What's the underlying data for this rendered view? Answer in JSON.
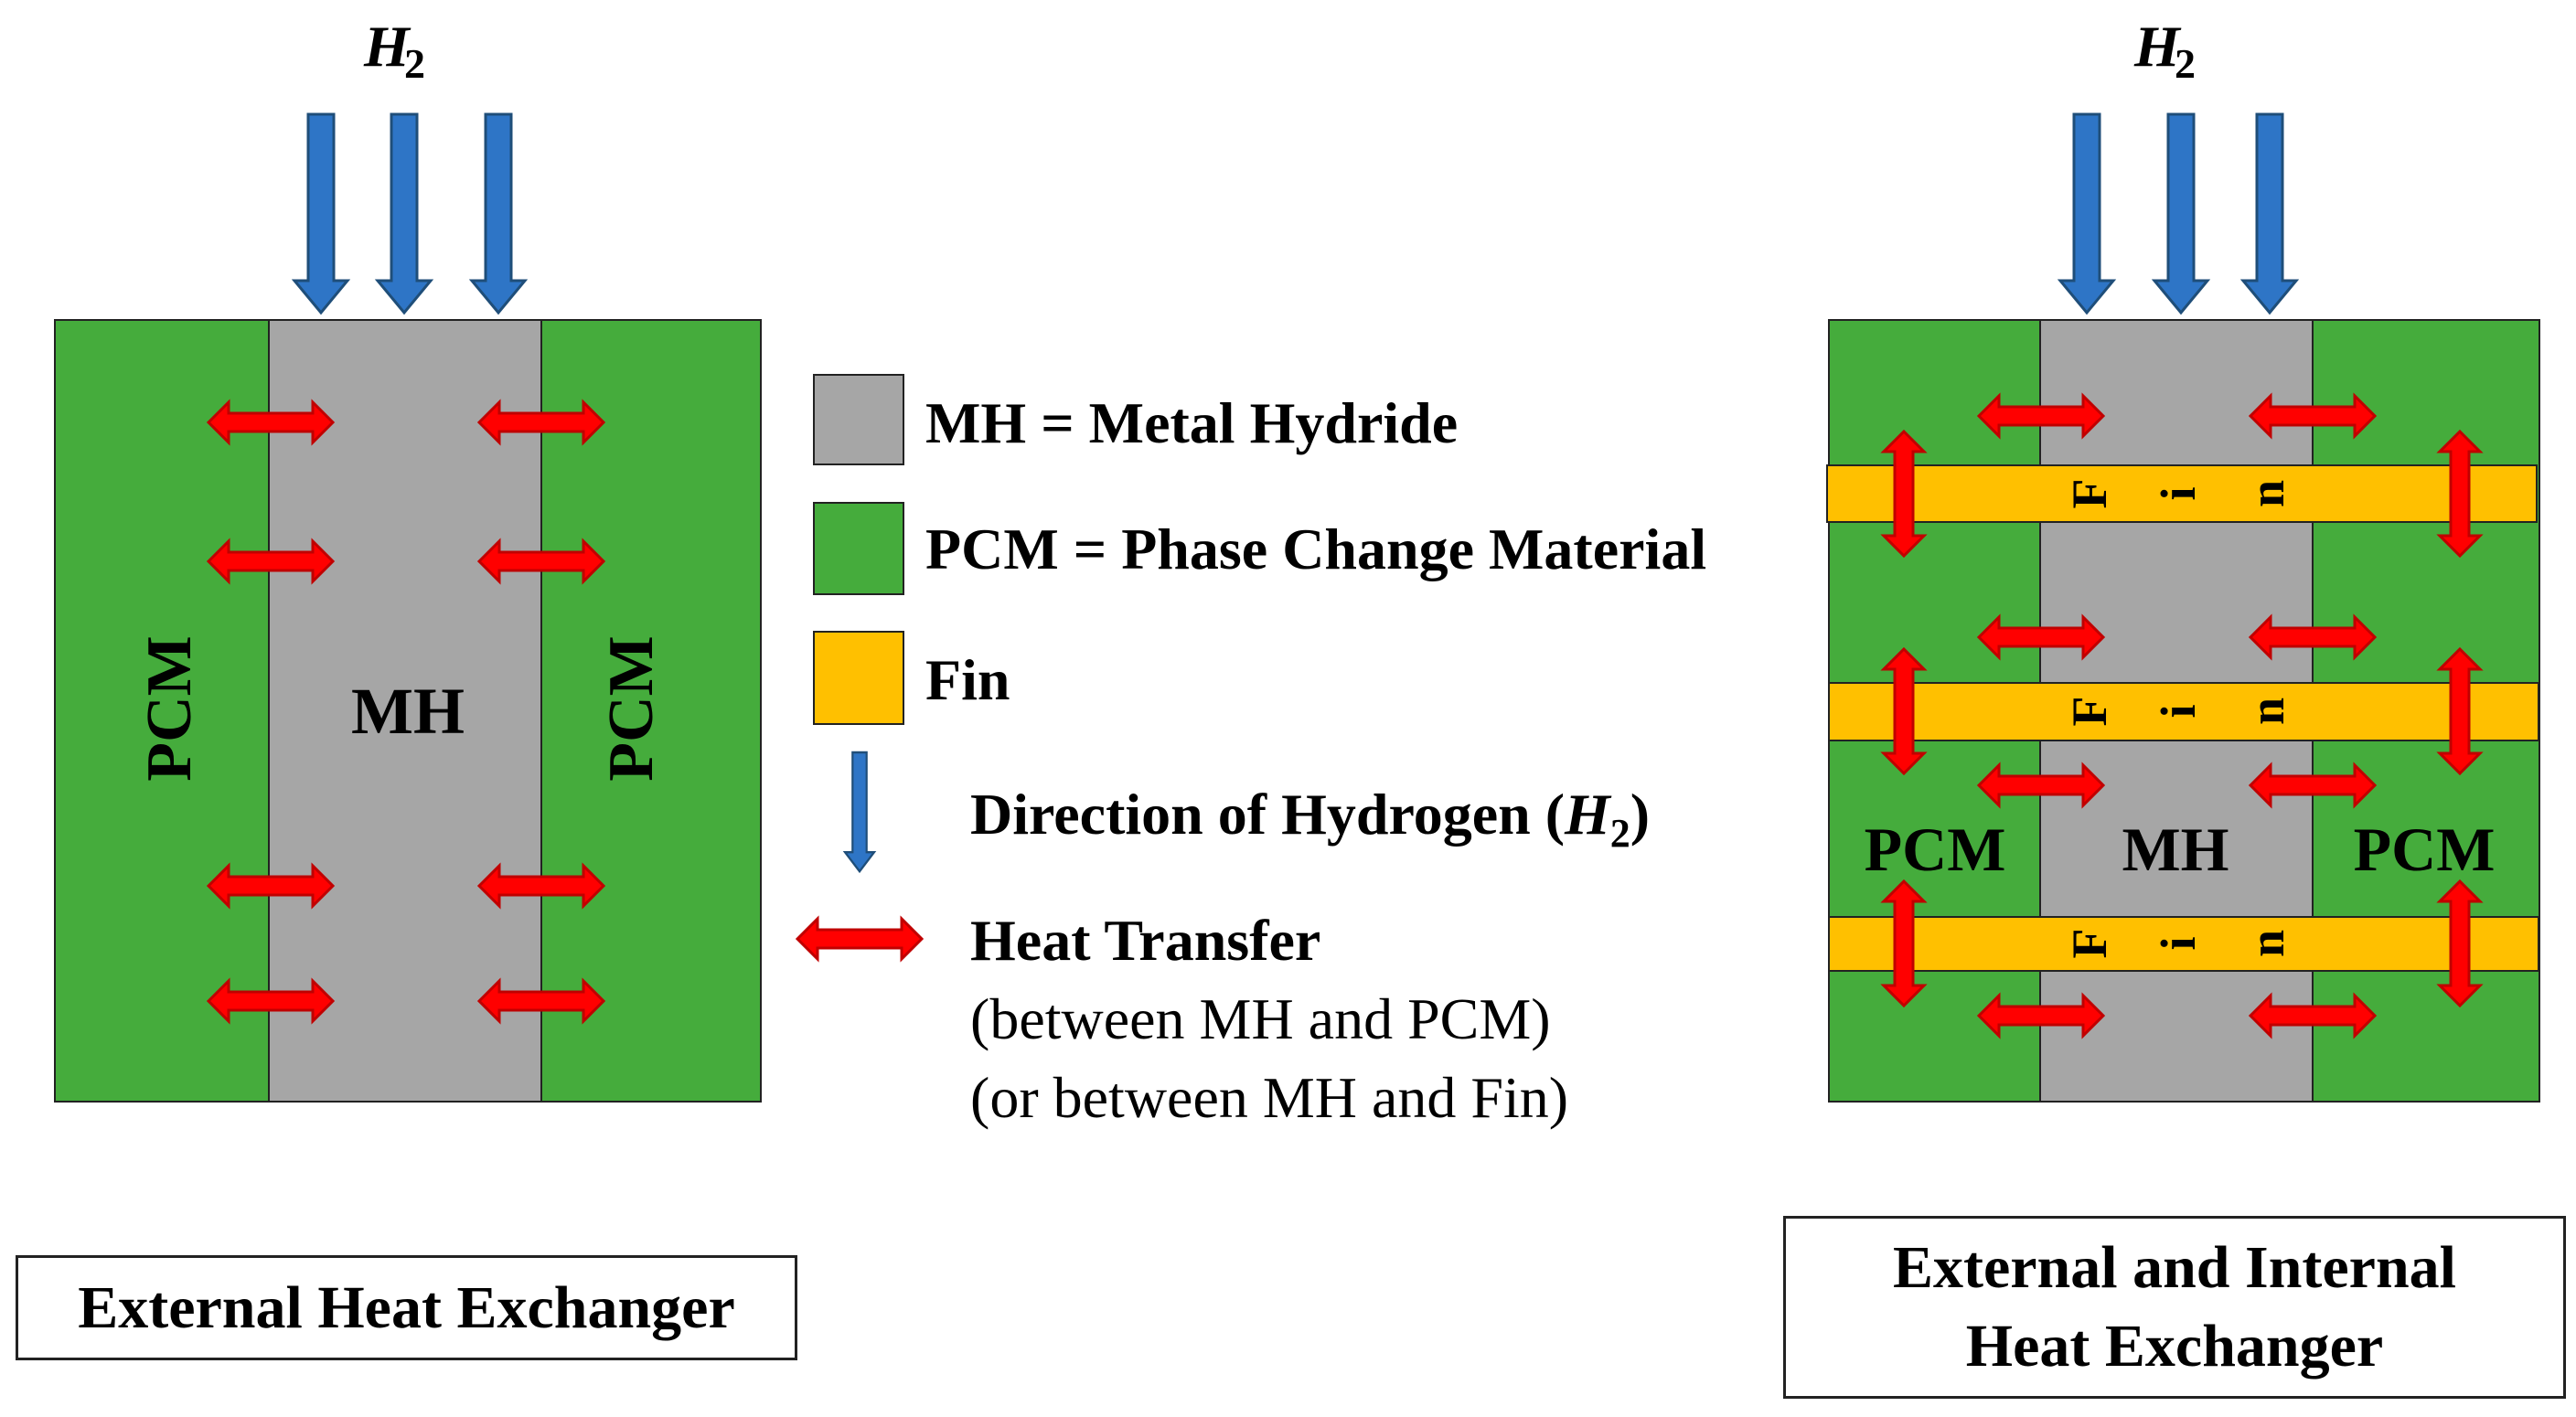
{
  "colors": {
    "pcm": "#45ac3c",
    "mh": "#a6a6a6",
    "fin": "#ffc000",
    "hydrogen_arrow": "#2e75c6",
    "heat_arrow": "#ff0000"
  },
  "hydrogen_label": {
    "main": "H",
    "sub": "2"
  },
  "left_diagram": {
    "pcm_left_label": "PCM",
    "mh_label": "MH",
    "pcm_right_label": "PCM",
    "caption": "External Heat Exchanger"
  },
  "right_diagram": {
    "pcm_left_label": "PCM",
    "mh_label": "MH",
    "pcm_right_label": "PCM",
    "fin_letters": [
      "F",
      "i",
      "n"
    ],
    "caption_line1": "External and Internal",
    "caption_line2": "Heat Exchanger"
  },
  "legend": {
    "mh": "MH = Metal Hydride",
    "pcm": "PCM = Phase Change Material",
    "fin": "Fin",
    "hydrogen_dir_prefix": "Direction of Hydrogen (",
    "hydrogen_dir_main": "H",
    "hydrogen_dir_sub": "2",
    "hydrogen_dir_suffix": ")",
    "heat_title": "Heat Transfer",
    "heat_line1": "(between MH and PCM)",
    "heat_line2": "(or between MH and Fin)"
  }
}
